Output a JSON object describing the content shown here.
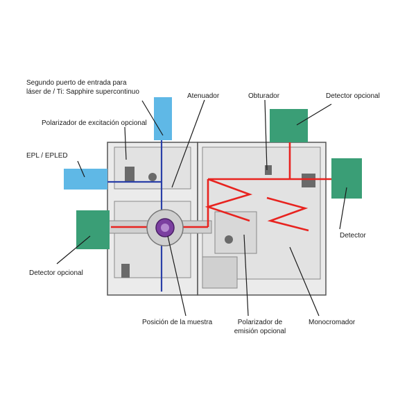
{
  "labels": {
    "second_port_line1": "Segundo puerto de entrada para",
    "second_port_line2": "láser de / Ti: Sapphire supercontinuo",
    "attenuator": "Atenuador",
    "shutter": "Obturador",
    "optional_detector_top": "Detector opcional",
    "excitation_polarizer": "Polarizador de excitación opcional",
    "epl_epled": "EPL / EPLED",
    "optional_detector_left": "Detector opcional",
    "detector": "Detector",
    "sample_position": "Posición de la muestra",
    "emission_polarizer_line1": "Polarizador de",
    "emission_polarizer_line2": "emisión opcional",
    "monochromator": "Monocromador"
  },
  "colors": {
    "source_box": "#5fb8e6",
    "detector_box": "#3a9e76",
    "excitation_beam": "#2a3fa8",
    "emission_beam": "#e8231f",
    "sample": "#7b3fa0",
    "instrument_fill": "#ebebeb",
    "instrument_outline": "#555555",
    "leader_line": "#1a1a1a"
  }
}
